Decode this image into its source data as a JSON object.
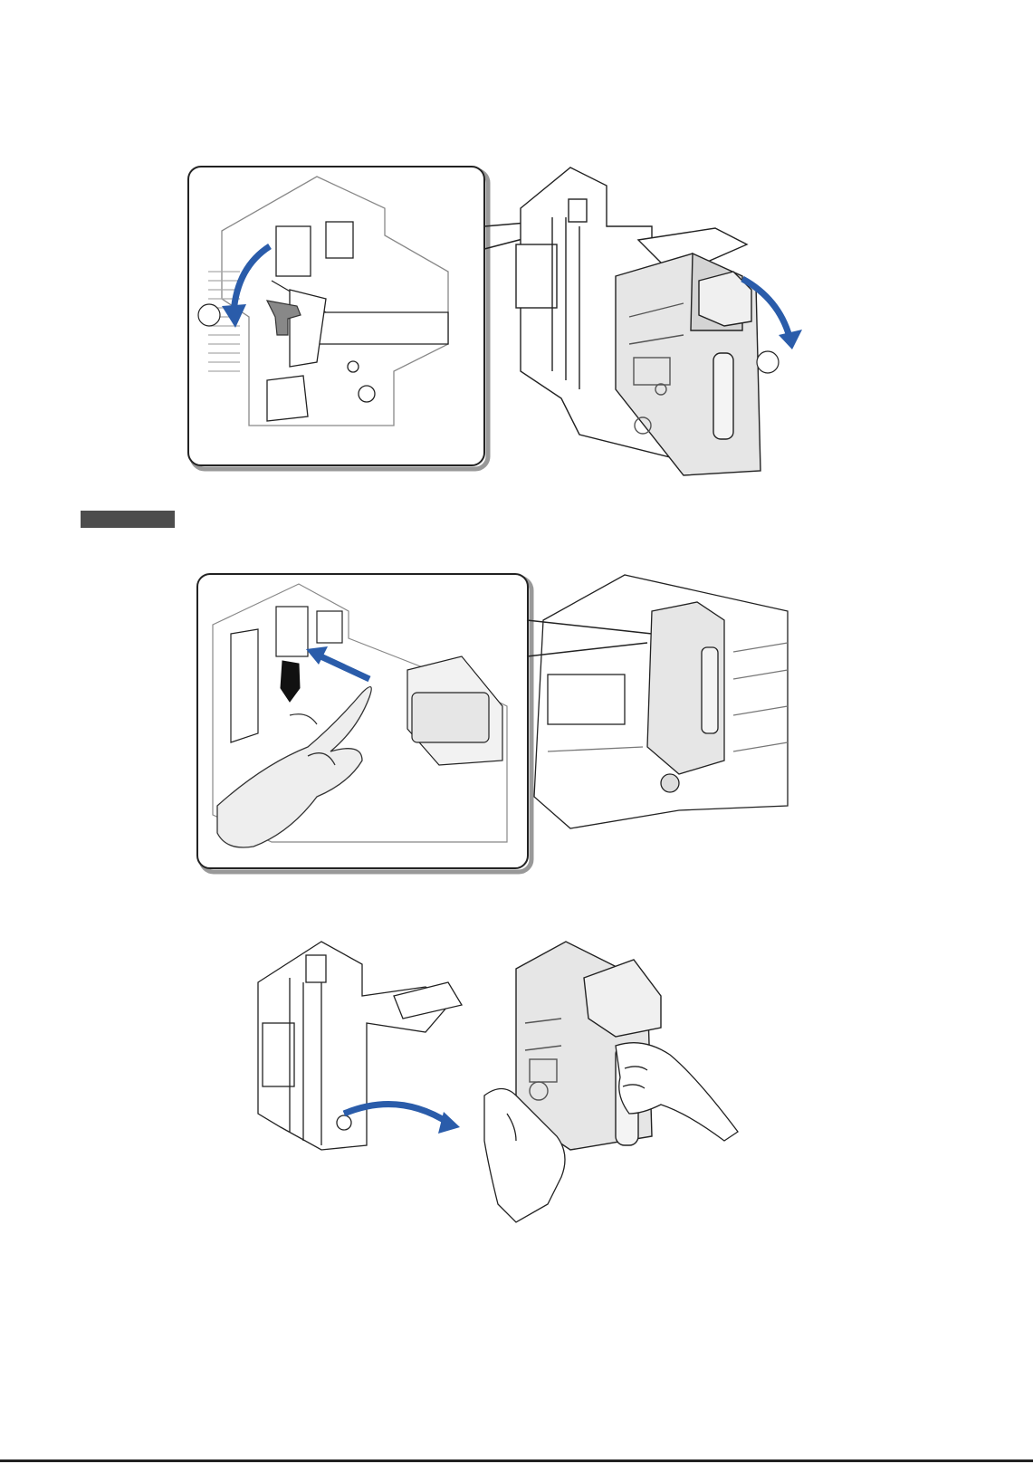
{
  "page": {
    "background": "#ffffff",
    "accent_arrow_color": "#2a5caa",
    "part_fill_color": "#e6e6e6",
    "note_tag_color": "#4d4d4d"
  },
  "figures": [
    {
      "id": "figure-1",
      "description_icon": "lever-release-and-unit-tilt"
    },
    {
      "id": "figure-2",
      "description_icon": "finger-press-latch"
    },
    {
      "id": "figure-3",
      "description_icon": "unit-removal-by-hands"
    }
  ],
  "callouts": {
    "fig1_left_circle": "",
    "fig1_right_circle": ""
  }
}
